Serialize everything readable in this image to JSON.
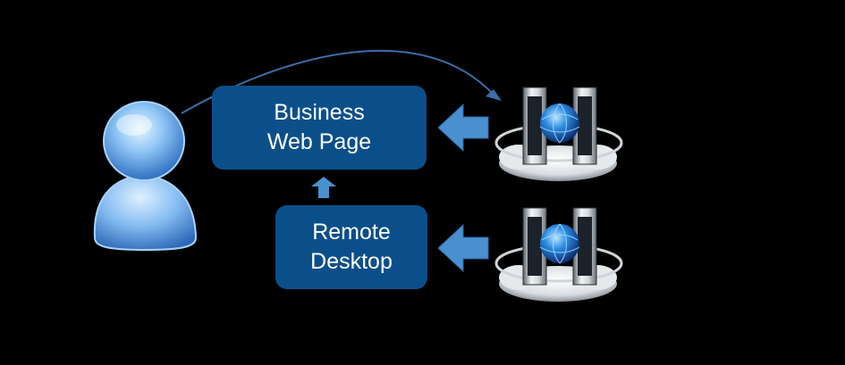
{
  "diagram": {
    "nodes": {
      "business_web_page": {
        "line1": "Business",
        "line2": "Web Page"
      },
      "remote_desktop": {
        "line1": "Remote",
        "line2": "Desktop"
      }
    },
    "icons": {
      "user": "user-icon",
      "server_top": "server-cloud-icon",
      "server_bottom": "server-cloud-icon"
    },
    "colors": {
      "background": "#000000",
      "box_fill": "#0b4f8a",
      "box_text": "#ffffff",
      "arrow_fill": "#4a90d0",
      "curve": "#3a6fa8"
    }
  }
}
